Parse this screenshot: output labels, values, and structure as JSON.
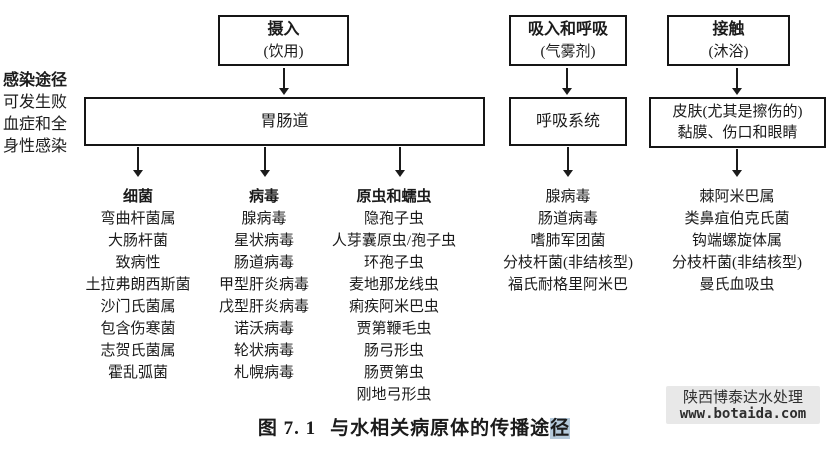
{
  "left_label": {
    "title": "感染途径",
    "lines": [
      "可发生败",
      "血症和全",
      "身性感染"
    ]
  },
  "top_boxes": [
    {
      "title": "摄入",
      "subtitle": "(饮用)"
    },
    {
      "title": "吸入和呼吸",
      "subtitle": "(气雾剂)"
    },
    {
      "title": "接触",
      "subtitle": "(沐浴)"
    }
  ],
  "mid_boxes": {
    "gastrointestinal": "胃肠道",
    "respiratory": "呼吸系统",
    "skin_line1": "皮肤(尤其是擦伤的)",
    "skin_line2": "黏膜、伤口和眼睛"
  },
  "columns": [
    {
      "header": "细菌",
      "items": [
        "弯曲杆菌属",
        "大肠杆菌",
        "致病性",
        "土拉弗朗西斯菌",
        "沙门氏菌属",
        "包含伤寒菌",
        "志贺氏菌属",
        "霍乱弧菌"
      ]
    },
    {
      "header": "病毒",
      "items": [
        "腺病毒",
        "星状病毒",
        "肠道病毒",
        "甲型肝炎病毒",
        "戊型肝炎病毒",
        "诺沃病毒",
        "轮状病毒",
        "札幌病毒"
      ]
    },
    {
      "header": "原虫和蠕虫",
      "items": [
        "隐孢子虫",
        "人芽囊原虫/孢子虫",
        "环孢子虫",
        "麦地那龙线虫",
        "痢疾阿米巴虫",
        "贾第鞭毛虫",
        "肠弓形虫",
        "肠贾第虫",
        "刚地弓形虫"
      ]
    },
    {
      "header": "",
      "items": [
        "腺病毒",
        "肠道病毒",
        "嗜肺军团菌",
        "分枝杆菌(非结核型)",
        "福氏耐格里阿米巴"
      ]
    },
    {
      "header": "",
      "items": [
        "棘阿米巴属",
        "类鼻疽伯克氏菌",
        "钩端螺旋体属",
        "分枝杆菌(非结核型)",
        "曼氏血吸虫"
      ]
    }
  ],
  "caption": {
    "prefix": "图 7. 1",
    "text": "与水相关病原体的传播途",
    "highlighted": "径",
    "highlight_color": "#b4c9da"
  },
  "watermark": {
    "line1": "陕西博泰达水处理",
    "line2": "www.botaida.com"
  },
  "colors": {
    "ink": "#1b1b1b",
    "box_border": "#151515",
    "watermark_bg": "#e8e8e8",
    "highlight": "#b4c9da"
  }
}
